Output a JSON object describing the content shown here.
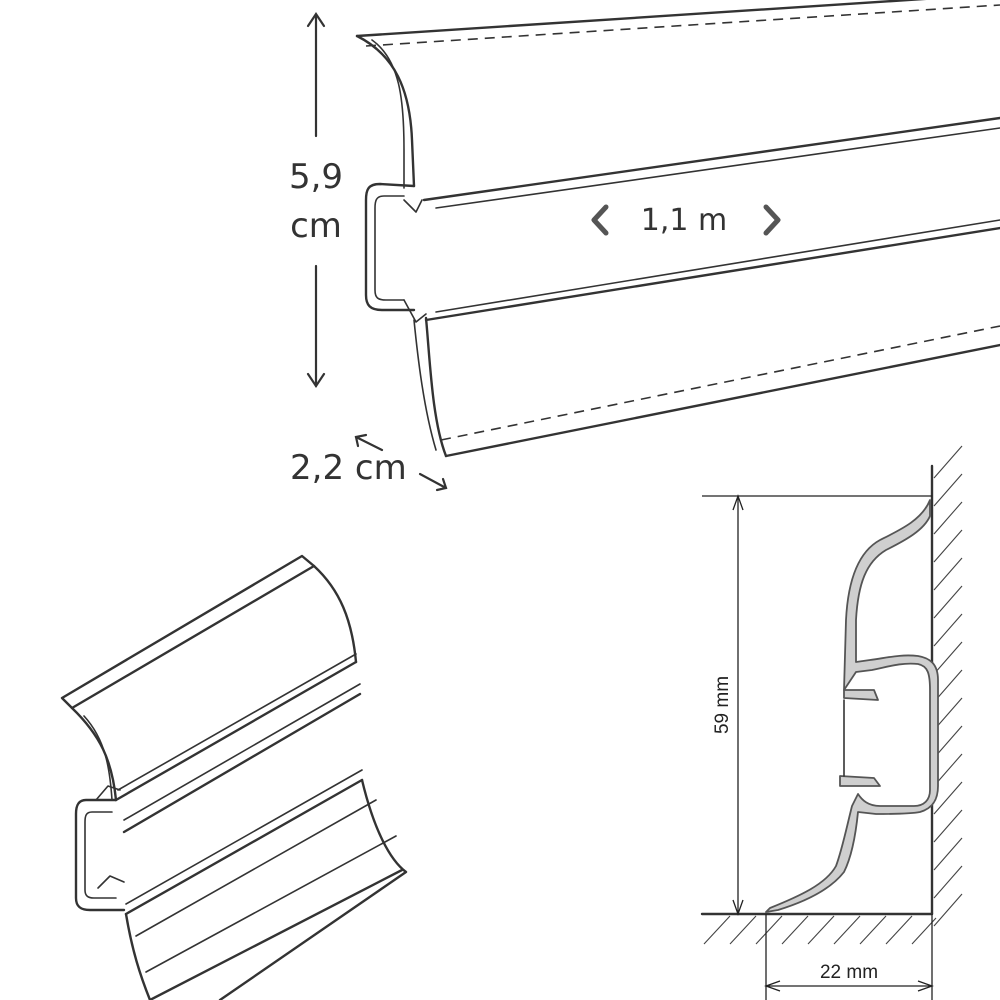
{
  "labels": {
    "height_value": "5,9",
    "height_unit": "cm",
    "length": "1,1 m",
    "depth": "2,2 cm",
    "section_height": "59 mm",
    "section_depth": "22 mm"
  },
  "icons": {
    "length_left": "chevron-left-icon",
    "length_right": "chevron-right-icon"
  },
  "colors": {
    "line": "#333333",
    "profile_fill": "#cfcfcf",
    "background": "#ffffff"
  }
}
